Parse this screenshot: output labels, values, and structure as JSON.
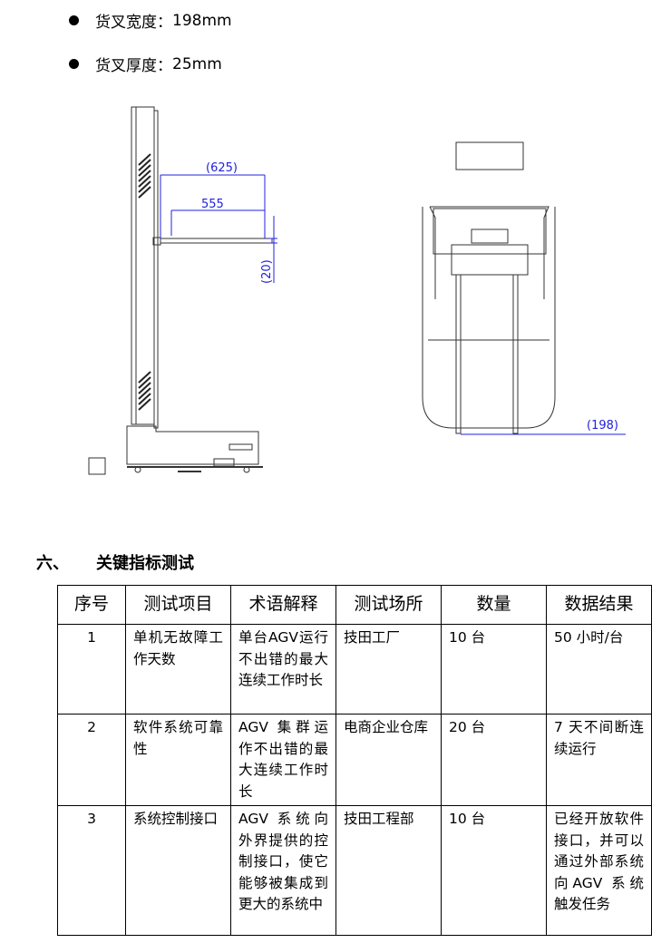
{
  "bullets": [
    {
      "label": "货叉宽度：",
      "value": "198mm"
    },
    {
      "label": "货叉厚度：",
      "value": "25mm"
    }
  ],
  "drawing": {
    "dimensions": {
      "total_length": "(625)",
      "fork_length": "555",
      "fork_thickness": "(20)",
      "fork_width": "(198)"
    },
    "colors": {
      "dimension": "#2020e0",
      "line": "#333333"
    }
  },
  "section": {
    "number": "六、",
    "title": "关键指标测试"
  },
  "table": {
    "headers": [
      "序号",
      "测试项目",
      "术语解释",
      "测试场所",
      "数量",
      "数据结果"
    ],
    "rows": [
      [
        "1",
        "单机无故障工作天数",
        "单台AGV运行不出错的最大连续工作时长",
        "技田工厂",
        "10 台",
        "50 小时/台"
      ],
      [
        "2",
        "软件系统可靠性",
        "AGV 集群运作不出错的最大连续工作时长",
        "电商企业仓库",
        "20 台",
        "7 天不间断连续运行"
      ],
      [
        "3",
        "系统控制接口",
        "AGV 系统向外界提供的控制接口，使它能够被集成到更大的系统中",
        "技田工程部",
        "10 台",
        "已经开放软件接口，并可以通过外部系统向AGV 系统触发任务"
      ]
    ]
  }
}
